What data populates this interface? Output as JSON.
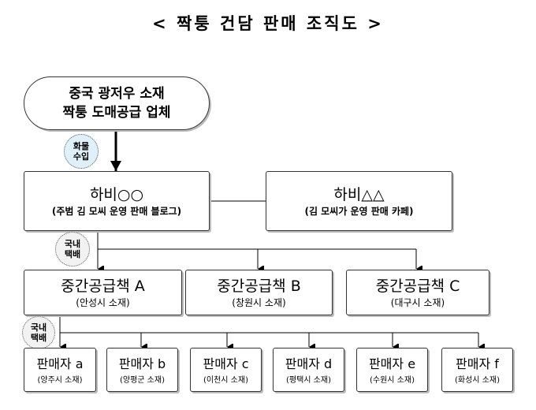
{
  "title": "< 짝퉁 건담 판매 조직도 >",
  "source": {
    "line1": "중국 광저우 소재",
    "line2": "짝퉁 도매공급 업체"
  },
  "import_label": {
    "line1": "화물",
    "line2": "수입"
  },
  "domestic_label": {
    "line1": "국내",
    "line2": "택배"
  },
  "blog": {
    "name": "하비○○",
    "desc": "(주범 김 모씨 운영 판매 블로그)"
  },
  "cafe": {
    "name": "하비△△",
    "desc": "(김 모씨가 운영 판매 카페)"
  },
  "suppliers": [
    {
      "name": "중간공급책 A",
      "loc": "(안성시 소재)"
    },
    {
      "name": "중간공급책 B",
      "loc": "(창원시 소재)"
    },
    {
      "name": "중간공급책 C",
      "loc": "(대구시 소재)"
    }
  ],
  "sellers": [
    {
      "name": "판매자 a",
      "loc": "(양주시 소재)"
    },
    {
      "name": "판매자 b",
      "loc": "(양평군 소재)"
    },
    {
      "name": "판매자 c",
      "loc": "(이천시 소재)"
    },
    {
      "name": "판매자 d",
      "loc": "(평택시 소재)"
    },
    {
      "name": "판매자 e",
      "loc": "(수원시 소재)"
    },
    {
      "name": "판매자 f",
      "loc": "(화성시 소재)"
    }
  ],
  "colors": {
    "import_circle": "#dff0fa",
    "domestic_circle": "#f2f2f2"
  }
}
